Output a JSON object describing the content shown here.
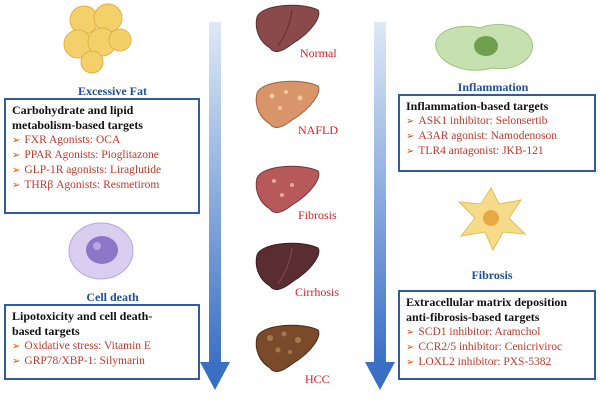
{
  "stages": [
    {
      "key": "normal",
      "label": "Normal",
      "color": "#8a4a4a"
    },
    {
      "key": "nafld",
      "label": "NAFLD",
      "color": "#d8956a"
    },
    {
      "key": "fibrosis",
      "label": "Fibrosis",
      "color": "#b7585a"
    },
    {
      "key": "cirrhosis",
      "label": "Cirrhosis",
      "color": "#5a2d33"
    },
    {
      "key": "hcc",
      "label": "HCC",
      "color": "#7a4a2a"
    }
  ],
  "left": {
    "fat": {
      "title": "Excessive Fat",
      "box_title_line1": "Carbohydrate and lipid",
      "box_title_line2": "metabolism-based targets",
      "items": [
        "FXR  Agonists: OCA",
        "PPAR Agonists: Pioglitazone",
        "GLP-1R agonists: Liraglutide",
        "THRβ Agonists: Resmetirom"
      ]
    },
    "death": {
      "title": "Cell death",
      "box_title_line1": "Lipotoxicity and cell death-",
      "box_title_line2": "based targets",
      "items": [
        "Oxidative stress: Vitamin E",
        "GRP78/XBP-1: Silymarin"
      ]
    }
  },
  "right": {
    "inflammation": {
      "title": "Inflammation",
      "box_title": "Inflammation-based targets",
      "items": [
        "ASK1 inhibitor: Selonsertib",
        "A3AR agonist: Namodenoson",
        "TLR4 antagonist: JKB-121"
      ]
    },
    "fibrosis": {
      "title": "Fibrosis",
      "box_title_line1": "Extracellular matrix deposition",
      "box_title_line2": "anti-fibrosis-based targets",
      "items": [
        "SCD1 inhibitor: Aramchol",
        "CCR2/5 inhibitor: Cenicriviroc",
        "LOXL2 inhibitor: PXS-5382"
      ]
    }
  },
  "colors": {
    "box_border": "#2e5aa8",
    "title": "#1f4e9a",
    "item": "#c0392b",
    "stage_label": "#e01b24",
    "arrow": "#3a6fc4"
  }
}
